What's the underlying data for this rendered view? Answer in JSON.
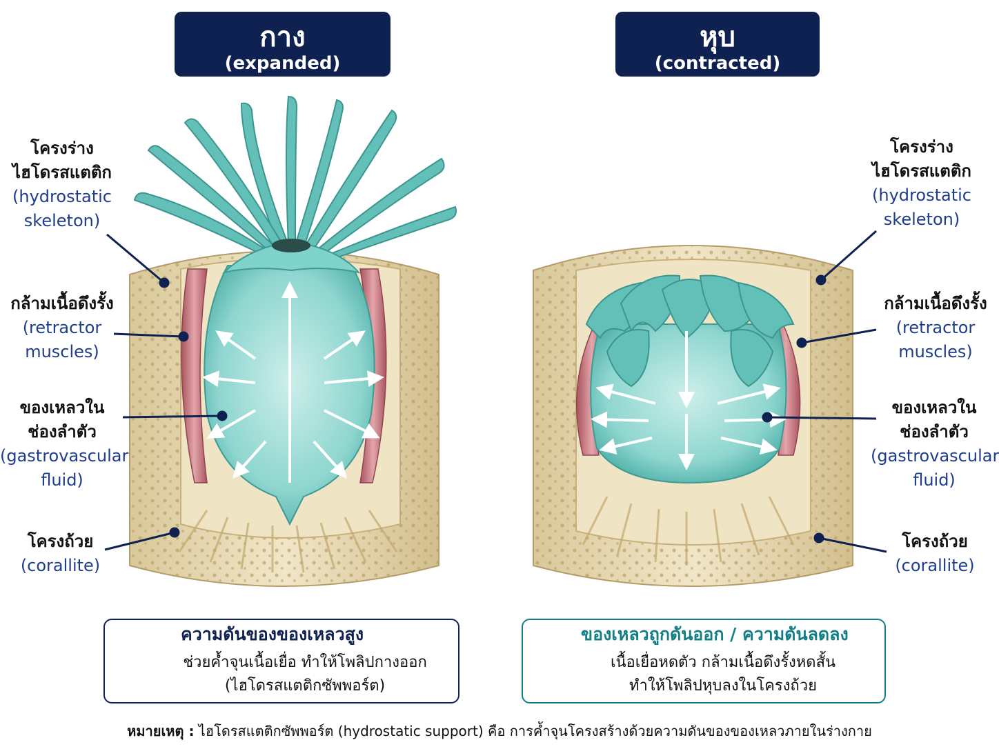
{
  "titles": {
    "left": {
      "main": "กาง",
      "sub": "(expanded)"
    },
    "right": {
      "main": "หุบ",
      "sub": "(contracted)"
    }
  },
  "labels": {
    "hydrostatic": {
      "th1": "โครงร่าง",
      "th2": "ไฮโดรสแตติก",
      "en1": "(hydrostatic",
      "en2": "skeleton)"
    },
    "retractor": {
      "th1": "กล้ามเนื้อดึงรั้ง",
      "en1": "(retractor",
      "en2": "muscles)"
    },
    "fluid": {
      "th1": "ของเหลวใน",
      "th2": "ช่องลำตัว",
      "en1": "(gastrovascular",
      "en2": "fluid)"
    },
    "corallite": {
      "th1": "โครงถ้วย",
      "en1": "(corallite)"
    }
  },
  "panels": {
    "left": {
      "title": "ความดันของของเหลวสูง",
      "line1": "ช่วยค้ำจุนเนื้อเยื่อ ทำให้โพลิปกางออก",
      "line2": "(ไฮโดรสแตติกซัพพอร์ต)",
      "arrow": "up-arrow-icon",
      "color": "#0f2150"
    },
    "right": {
      "title": "ของเหลวถูกดันออก / ความดันลดลง",
      "line1": "เนื้อเยื่อหดตัว  กล้ามเนื้อดึงรั้งหดสั้น",
      "line2": "ทำให้โพลิปหุบลงในโครงถ้วย",
      "arrow": "down-arrow-icon",
      "color": "#127e86"
    }
  },
  "note": {
    "label": "หมายเหตุ :",
    "text": " ไฮโดรสแตติกซัพพอร์ต (hydrostatic support) คือ การค้ำจุนโครงสร้างด้วยความดันของของเหลวภายในร่างกาย"
  },
  "colors": {
    "navy": "#0f2150",
    "teal": "#127e86",
    "tissue": "#7ccfc8",
    "muscle": "#c97c84",
    "skeleton": "#e8dcb8"
  }
}
